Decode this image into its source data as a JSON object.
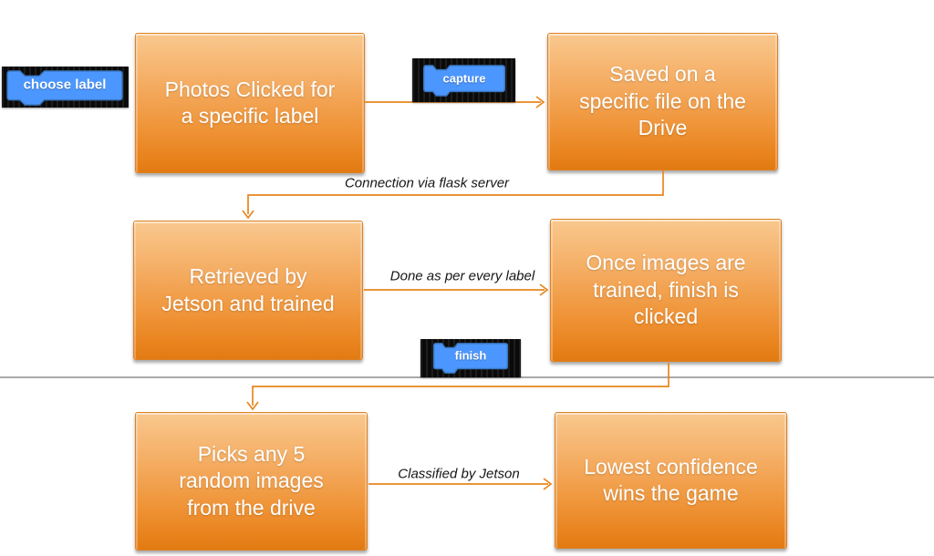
{
  "flowchart": {
    "boxes": [
      {
        "id": "photos",
        "text": "Photos Clicked for\na specific label"
      },
      {
        "id": "saved",
        "text": "Saved on a\nspecific file on the\nDrive"
      },
      {
        "id": "retrieved",
        "text": "Retrieved by\nJetson and trained"
      },
      {
        "id": "trained",
        "text": "Once images are\ntrained, finish is\nclicked"
      },
      {
        "id": "picks",
        "text": "Picks any 5\nrandom images\nfrom the drive"
      },
      {
        "id": "lowest",
        "text": "Lowest confidence\nwins the game"
      }
    ],
    "scratch_blocks": [
      {
        "id": "choose-label",
        "label": "choose label"
      },
      {
        "id": "capture",
        "label": "capture"
      },
      {
        "id": "finish",
        "label": "finish"
      }
    ],
    "edge_labels": [
      {
        "id": "flask",
        "text": "Connection via flask server"
      },
      {
        "id": "everylabel",
        "text": "Done as per every label"
      },
      {
        "id": "classified",
        "text": "Classified by Jetson"
      }
    ],
    "colors": {
      "box_gradient_top": "#f9c88e",
      "box_gradient_bottom": "#e8821c",
      "connector": "#e8861d",
      "scratch_block_fill": "#4c97ff",
      "scratch_block_border": "#3a78c2",
      "panel_background": "#0d0d0d",
      "divider": "#a9a9a9"
    }
  }
}
